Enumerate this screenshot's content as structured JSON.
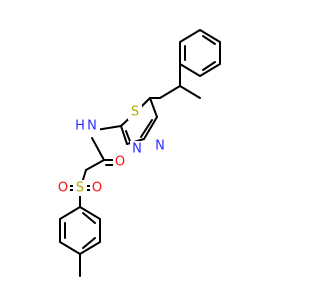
{
  "atoms": {
    "s_thiadiazole": {
      "text": "S",
      "color": "#b5a800"
    },
    "n_thiadiazole_1": {
      "text": "N",
      "color": "#2c2cff"
    },
    "n_thiadiazole_2": {
      "text": "N",
      "color": "#2c2cff"
    },
    "amide_nh": {
      "text": "H",
      "color": "#2c2cff"
    },
    "amide_n": {
      "text": "N",
      "color": "#2c2cff"
    },
    "carbonyl_o": {
      "text": "O",
      "color": "#ff0d0d"
    },
    "sulfonyl_s": {
      "text": "S",
      "color": "#b5a800"
    },
    "sulfonyl_o_left": {
      "text": "O",
      "color": "#ff0d0d"
    },
    "sulfonyl_o_right": {
      "text": "O",
      "color": "#ff0d0d"
    }
  }
}
